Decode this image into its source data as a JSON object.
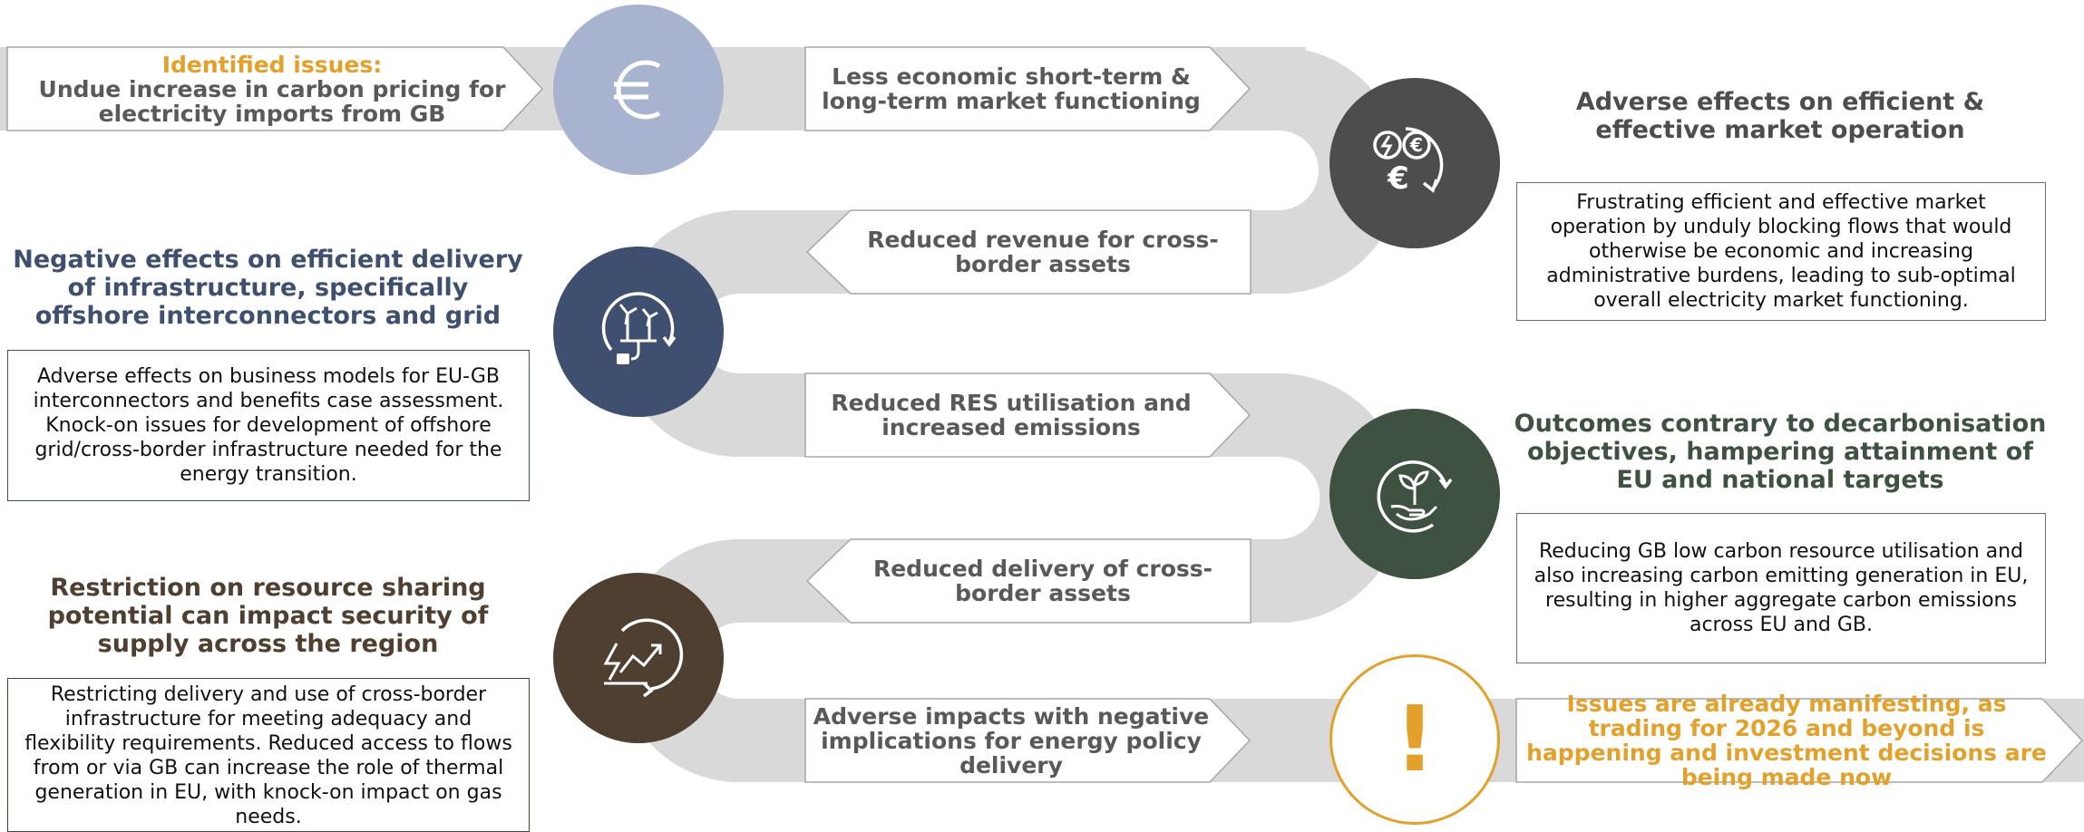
{
  "colors": {
    "track": "#d9d9d9",
    "orange": "#e3a02b",
    "navy": "#3f4f70",
    "charcoal": "#4d4d4d",
    "green": "#3f5140",
    "brown": "#4e3f30",
    "light_blue": "#a7b3cf"
  },
  "start": {
    "title": "Identified issues:",
    "text": "Undue increase in carbon pricing for electricity imports from GB",
    "icon": "euro-icon"
  },
  "path_labels": [
    "Less economic short-term & long-term market functioning",
    "Reduced revenue for cross-border assets",
    "Reduced RES utilisation and increased emissions",
    "Reduced delivery of cross-border assets",
    "Adverse impacts with negative implications for energy policy delivery"
  ],
  "effects": [
    {
      "heading": "Adverse effects on efficient & effective market operation",
      "text": "Frustrating efficient and effective market operation by unduly blocking flows that would otherwise be economic and increasing administrative burdens, leading to sub-optimal overall electricity market functioning.",
      "icon": "energy-money-cycle-icon"
    },
    {
      "heading": "Negative effects on efficient delivery of infrastructure, specifically offshore interconnectors and grid",
      "text": "Adverse effects on business models for EU-GB interconnectors and benefits case assessment. Knock-on issues for development of offshore grid/cross-border infrastructure needed for the energy transition.",
      "icon": "wind-turbine-plug-icon"
    },
    {
      "heading": "Outcomes contrary to decarbonisation objectives, hampering attainment of EU and national targets",
      "text": "Reducing GB low carbon resource utilisation and also increasing carbon emitting generation in EU, resulting in higher aggregate carbon emissions across EU and GB.",
      "icon": "plant-hand-cycle-icon"
    },
    {
      "heading": "Restriction on resource sharing potential can impact security of supply across the region",
      "text": "Restricting delivery and use of cross-border infrastructure for meeting adequacy and flexibility requirements. Reduced access to flows from or via GB can increase the role of thermal generation in EU, with knock-on impact on gas needs.",
      "icon": "lightning-chart-cycle-icon"
    }
  ],
  "final": {
    "symbol": "!",
    "text": "Issues are already manifesting, as trading for 2026 and beyond is happening and investment decisions are being made now",
    "icon": "exclamation-icon"
  }
}
